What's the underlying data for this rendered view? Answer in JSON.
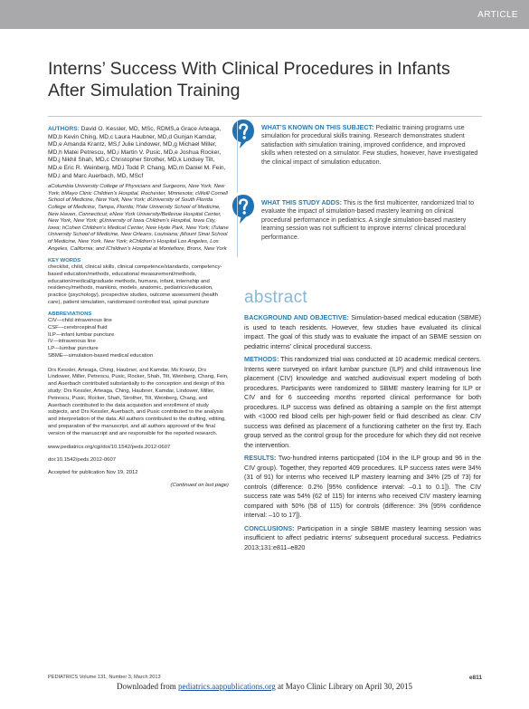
{
  "header": {
    "section_tag": "ARTICLE"
  },
  "title": "Interns’ Success With Clinical Procedures in Infants After Simulation Training",
  "authors": {
    "label": "AUTHORS:",
    "text": "David O. Kessler, MD, MSc, RDMS,a Grace Arteaga, MD,b Kevin Ching, MD,c Laura Haubner, MD,d Gunjan Kamdar, MD,e Amanda Krantz, MS,f Julie Lindower, MD,g Michael Miller, MD,h Matei Petrescu, MD,i Martin V. Pusic, MD,e Joshua Rocker, MD,j Nikhil Shah, MD,c Christopher Strother, MD,k Lindsey Tilt, MD,e Eric R. Weinberg, MD,l Todd P. Chang, MD,m Daniel M. Fein, MD,l and Marc Auerbach, MD, MScf"
  },
  "affiliations": "aColumbia University College of Physicians and Surgeons, New York, New York; bMayo Clinic Children’s Hospital, Rochester, Minnesota; cWeill Cornell School of Medicine, New York, New York; dUniversity of South Florida College of Medicine, Tampa, Florida; fYale University School of Medicine, New Haven, Connecticut; eNew York University/Bellevue Hospital Center, New York, New York; gUniversity of Iowa Children’s Hospital, Iowa City, Iowa; hCohen Children’s Medical Center, New Hyde Park, New York; iTulane University School of Medicine, New Orleans, Louisiana; jMount Sinai School of Medicine, New York, New York; kChildren’s Hospital Los Angeles, Los Angeles, California; and lChildren’s Hospital at Montefiore, Bronx, New York",
  "keywords": {
    "heading": "KEY WORDS",
    "text": "checklist, child, clinical skills, clinical competence/standards, competency-based education/methods, educational measurement/methods, education/medical/graduate methods, humans, infant, internship and residency/methods, manikins, models, anatomic, pediatrics/education, practice (psychology), prospective studies, outcome assessment (health care), patient simulation, randomized controlled trial, spinal puncture"
  },
  "abbreviations": {
    "heading": "ABBREVIATIONS",
    "items": [
      "CIV—child intravenous line",
      "CSF—cerebrospinal fluid",
      "ILP—infant lumbar puncture",
      "IV—intravenous line",
      "LP—lumbar puncture",
      "SBME—simulation-based medical education"
    ]
  },
  "contributions": "Drs Kessler, Arteaga, Ching, Haubner, and Kamdar, Ms Krantz, Drs Lindower, Miller, Petrescu, Pusic, Rocker, Shah, Tilt, Weinberg, Chang, Fein, and Auerbach contributed substantially to the conception and design of this study; Drs Kessler, Arteaga, Ching, Haubner, Kamdar, Lindower, Miller, Petrescu, Pusic, Rocker, Shah, Strother, Tilt, Weinberg, Chang, and Auerbach contributed to the data acquisition and enrollment of study subjects, and Drs Kessler, Auerbach, and Pusic contributed to the analysis and interpretation of the data. All authors contributed to the drafting, editing, and preparation of the manuscript, and all authors approved of the final version of the manuscript and are responsible for the reported research.",
  "meta": {
    "url": "www.pediatrics.org/cgi/doi/10.1542/peds.2012-0607",
    "doi": "doi:10.1542/peds.2012-0607",
    "accepted": "Accepted for publication Nov 19, 2012",
    "continued": "(Continued on last page)"
  },
  "box_known": {
    "label": "WHAT’S KNOWN ON THIS SUBJECT:",
    "text": "Pediatric training programs use simulation for procedural skills training. Research demonstrates student satisfaction with simulation training, improved confidence, and improved skills when retested on a simulator. Few studies, however, have investigated the clinical impact of simulation education."
  },
  "box_adds": {
    "label": "WHAT THIS STUDY ADDS:",
    "text": "This is the first multicenter, randomized trial to evaluate the impact of simulation-based mastery learning on clinical procedural performance in pediatrics. A single simulation-based mastery learning session was not sufficient to improve interns’ clinical procedural performance."
  },
  "abstract": {
    "heading": "abstract",
    "sections": [
      {
        "label": "BACKGROUND AND OBJECTIVE:",
        "text": "Simulation-based medical education (SBME) is used to teach residents. However, few studies have evaluated its clinical impact. The goal of this study was to evaluate the impact of an SBME session on pediatric interns’ clinical procedural success."
      },
      {
        "label": "METHODS:",
        "text": "This randomized trial was conducted at 10 academic medical centers. Interns were surveyed on infant lumbar puncture (ILP) and child intravenous line placement (CIV) knowledge and watched audiovisual expert modeling of both procedures. Participants were randomized to SBME mastery learning for ILP or CIV and for 6 succeeding months reported clinical performance for both procedures. ILP success was defined as obtaining a sample on the first attempt with <1000 red blood cells per high-power field or fluid described as clear. CIV success was defined as placement of a functioning catheter on the first try. Each group served as the control group for the procedure for which they did not receive the intervention."
      },
      {
        "label": "RESULTS:",
        "text": "Two-hundred interns participated (104 in the ILP group and 96 in the CIV group). Together, they reported 409 procedures. ILP success rates were 34% (31 of 91) for interns who received ILP mastery learning and 34% (25 of 73) for controls (difference: 0.2% [95% confidence interval: –0.1 to 0.1]). The CIV success rate was 54% (62 of 115) for interns who received CIV mastery learning compared with 50% (58 of 115) for controls (difference: 3% [95% confidence interval: –10 to 17])."
      },
      {
        "label": "CONCLUSIONS:",
        "text": "Participation in a single SBME mastery learning session was insufficient to affect pediatric interns’ subsequent procedural success. Pediatrics 2013;131:e811–e820"
      }
    ]
  },
  "footer": {
    "journal": "PEDIATRICS Volume 131, Number 3, March 2013",
    "page": "e811",
    "download_prefix": "Downloaded from ",
    "download_link": "pediatrics.aappublications.org",
    "download_suffix": " at Mayo Clinic Library on April 30, 2015"
  }
}
